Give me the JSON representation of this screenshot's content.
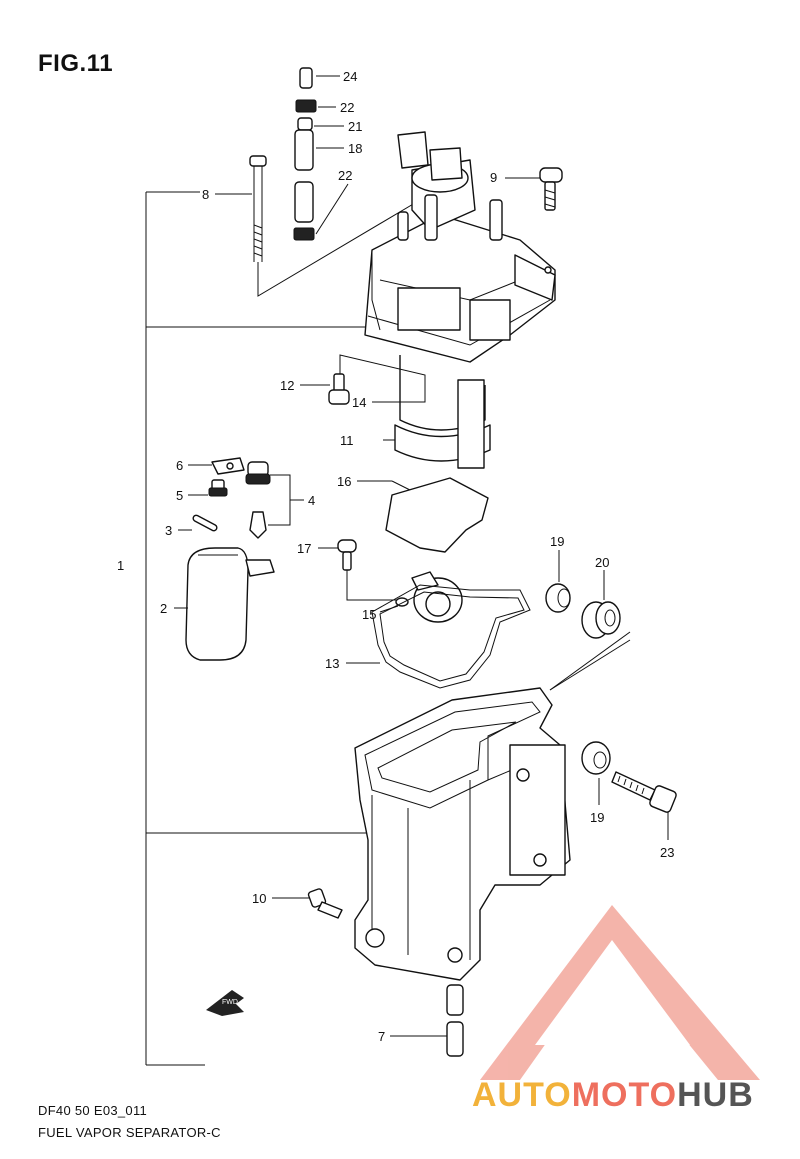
{
  "figure": {
    "title": "FIG.11",
    "caption_line1": "DF40 50 E03_011",
    "caption_line2": "FUEL VAPOR SEPARATOR-C"
  },
  "callouts": [
    {
      "id": "c24",
      "label": "24"
    },
    {
      "id": "c22a",
      "label": "22"
    },
    {
      "id": "c21",
      "label": "21"
    },
    {
      "id": "c18",
      "label": "18"
    },
    {
      "id": "c22b",
      "label": "22"
    },
    {
      "id": "c9",
      "label": "9"
    },
    {
      "id": "c8",
      "label": "8"
    },
    {
      "id": "c12",
      "label": "12"
    },
    {
      "id": "c14",
      "label": "14"
    },
    {
      "id": "c11",
      "label": "11"
    },
    {
      "id": "c6",
      "label": "6"
    },
    {
      "id": "c5",
      "label": "5"
    },
    {
      "id": "c4",
      "label": "4"
    },
    {
      "id": "c16",
      "label": "16"
    },
    {
      "id": "c3",
      "label": "3"
    },
    {
      "id": "c17",
      "label": "17"
    },
    {
      "id": "c19a",
      "label": "19"
    },
    {
      "id": "c20",
      "label": "20"
    },
    {
      "id": "c1",
      "label": "1"
    },
    {
      "id": "c2",
      "label": "2"
    },
    {
      "id": "c15",
      "label": "15"
    },
    {
      "id": "c13",
      "label": "13"
    },
    {
      "id": "c19b",
      "label": "19"
    },
    {
      "id": "c23",
      "label": "23"
    },
    {
      "id": "c10",
      "label": "10"
    },
    {
      "id": "c7",
      "label": "7"
    }
  ],
  "fwd_label": "FWD",
  "watermark": {
    "part1": "AUTO",
    "part2": "MOTO",
    "part3": "HUB",
    "color_a": "#f2b23a",
    "color_b": "#ee6f5e",
    "color_c": "#555555"
  }
}
